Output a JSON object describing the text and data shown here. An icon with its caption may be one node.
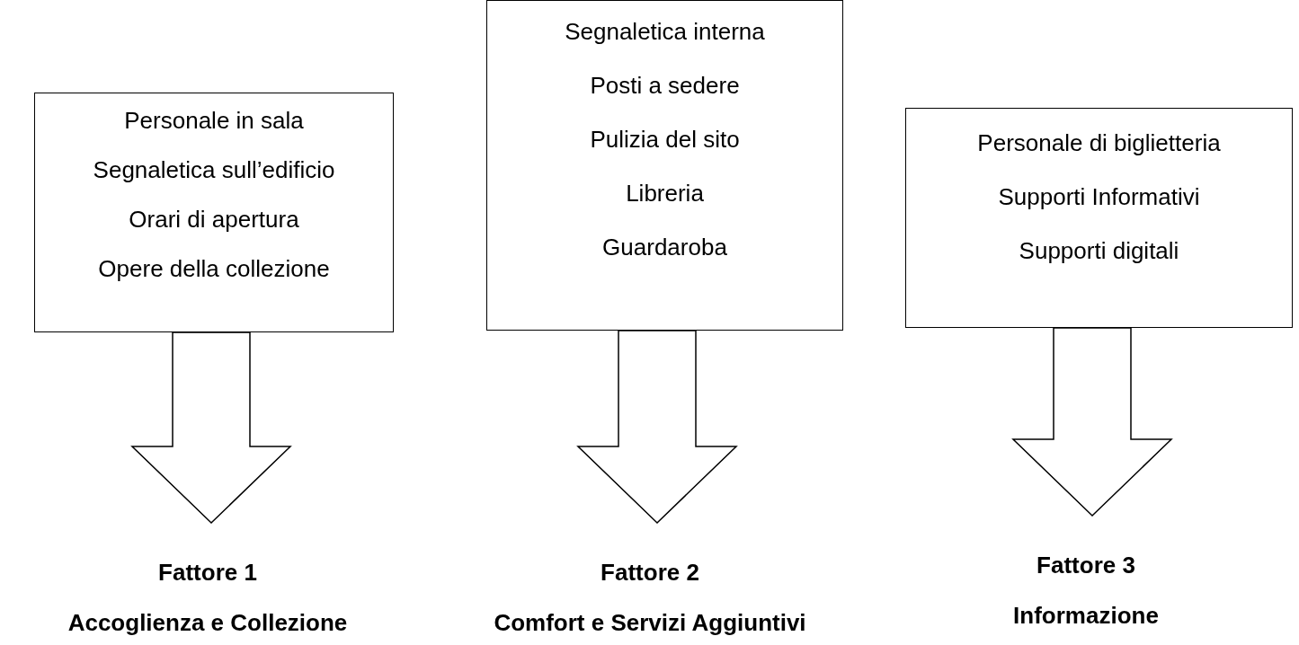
{
  "diagram": {
    "nodes": [
      {
        "text": [
          "Personale in sala",
          "Segnaletica sull’edificio",
          "Orari di apertura",
          "Opere della collezione"
        ]
      },
      {
        "text": [
          "Segnaletica interna",
          "Posti a sedere",
          "Pulizia del sito",
          "Libreria",
          "Guardaroba"
        ]
      },
      {
        "text": [
          "Personale di biglietteria",
          "Supporti Informativi",
          "Supporti digitali"
        ]
      },
      {
        "text": [
          "Fattore 1",
          "Accoglienza e Collezione"
        ]
      },
      {
        "text": [
          "Fattore 2",
          "Comfort e Servizi Aggiuntivi"
        ]
      },
      {
        "text": [
          "Fattore 3",
          "Informazione"
        ]
      }
    ],
    "edges": [
      {
        "from": 0,
        "to": 3,
        "arrow": "to"
      },
      {
        "from": 1,
        "to": 4,
        "arrow": "to"
      },
      {
        "from": 2,
        "to": 5,
        "arrow": "to"
      }
    ]
  }
}
